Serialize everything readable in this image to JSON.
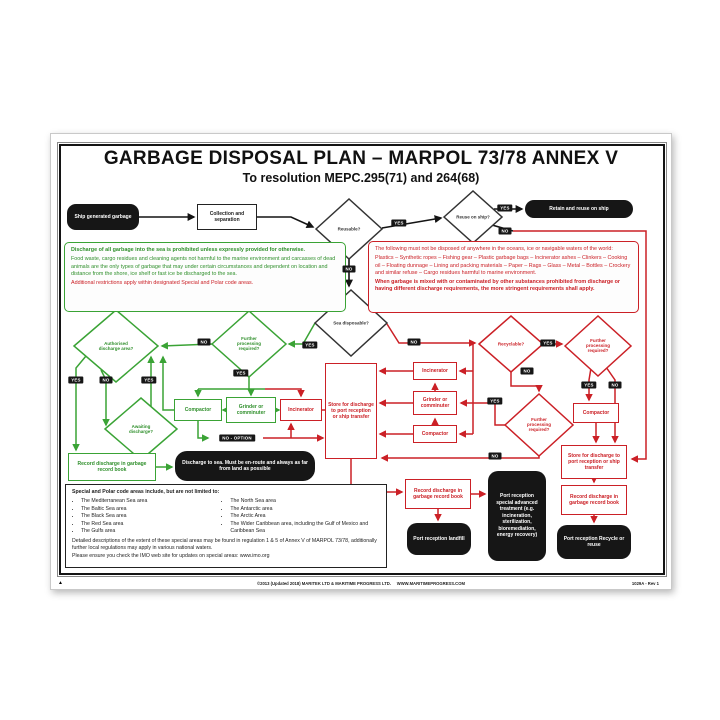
{
  "title": "GARBAGE DISPOSAL PLAN – MARPOL 73/78 ANNEX V",
  "subtitle": "To resolution MEPC.295(71) and 264(68)",
  "colors": {
    "green": "#3aa335",
    "red": "#cb2026",
    "black": "#161616"
  },
  "labels": {
    "yes": "YES",
    "no": "NO",
    "no_option": "NO - OPTION"
  },
  "flow": {
    "ship_generated": "Ship generated garbage",
    "collection": "Collection and separation",
    "reusable": "Reusable?",
    "reuse_on_ship": "Reuse on ship?",
    "retain": "Retain and reuse on ship",
    "sea_disposable": "Sea disposable?",
    "authorised": "Authorised discharge area?",
    "further_processing": "Further processing required?",
    "awaiting": "Awaiting discharge?",
    "compactor": "Compactor",
    "grinder": "Grinder or comminuter",
    "incinerator": "Incinerator",
    "record": "Record discharge in garbage record book",
    "discharge_sea": "Discharge to sea.  Must be en-route and always as far from land as possible",
    "store": "Store for discharge to port reception or ship transfer",
    "recyclable": "Recyclable?",
    "port_landfill": "Port reception landfill",
    "port_special": "Port reception special advanced treatment (e.g. incineration, sterilization, bioremediation, energy recovery)",
    "port_recycle": "Port reception Recycle or reuse"
  },
  "green_notice": {
    "bold": "Discharge of all garbage into the sea is prohibited unless expressly provided for otherwise.",
    "body": "Food waste, cargo residues and cleaning agents not harmful to the marine environment and carcasses of dead animals are the only types of garbage that may under certain circumstances and dependent on location and distance from the shore, ice shelf or fast ice be discharged to the sea.",
    "note": "Additional restrictions apply within designated Special and Polar code areas."
  },
  "red_notice": {
    "line1": "The following must not be disposed of anywhere in the oceans, ice or navigable waters of the world:",
    "line2": "Plastics – Synthetic ropes – Fishing gear – Plastic garbage bags – Incinerator ashes – Clinkers – Cooking oil – Floating dunnage – Lining and packing materials – Paper – Rags – Glass – Metal – Bottles – Crockery and similar refuse – Cargo residues harmful to marine environment.",
    "line3": "When garbage is mixed with or contaminated by other substances prohibited from discharge or having different discharge requirements, the more stringent requirements shall apply."
  },
  "special_areas": {
    "heading": "Special and Polar code areas include, but are not limited to:",
    "col1": [
      "The Mediterranean Sea area",
      "The Baltic Sea area",
      "The Black Sea area",
      "The Red Sea area",
      "The Gulfs area"
    ],
    "col2": [
      "The North Sea area",
      "The Antarctic area",
      "The Arctic Area",
      "The Wider Caribbean area, including the Gulf of Mexico and Caribbean Sea"
    ],
    "note1": "Detailed descriptions of the extent of these special areas may be found in regulation 1 & 5 of Annex V of MARPOL 73/78, additionally further local regulations may apply in various national waters.",
    "note2": "Please ensure you check the IMO web site for updates on special areas: www.imo.org"
  },
  "footer": {
    "copyright": "©2013 (Updated 2018) MARITEK LTD & MARITIME PROGRESS LTD.",
    "website": "WWW.MARITIMEPROGRESS.COM",
    "ref": "1029A - Rev 1"
  }
}
